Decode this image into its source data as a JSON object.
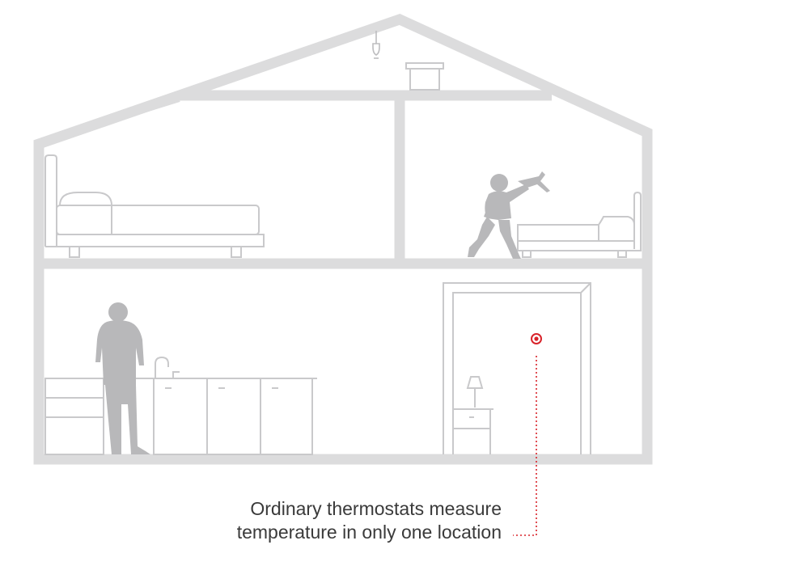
{
  "caption": {
    "line1": "Ordinary thermostats measure",
    "line2": "temperature in only one location"
  },
  "colors": {
    "structure": "#dcdcdd",
    "furniture": "#c9c9cb",
    "people": "#b8b8ba",
    "accent": "#d8232a",
    "text": "#3a3a3a"
  },
  "icons": [
    "house-outline",
    "bed-icon",
    "child-with-airplane-icon",
    "person-standing-icon",
    "kitchen-counter-icon",
    "lamp-icon",
    "thermostat-marker-icon",
    "ceiling-light-icon",
    "attic-vent-icon"
  ]
}
